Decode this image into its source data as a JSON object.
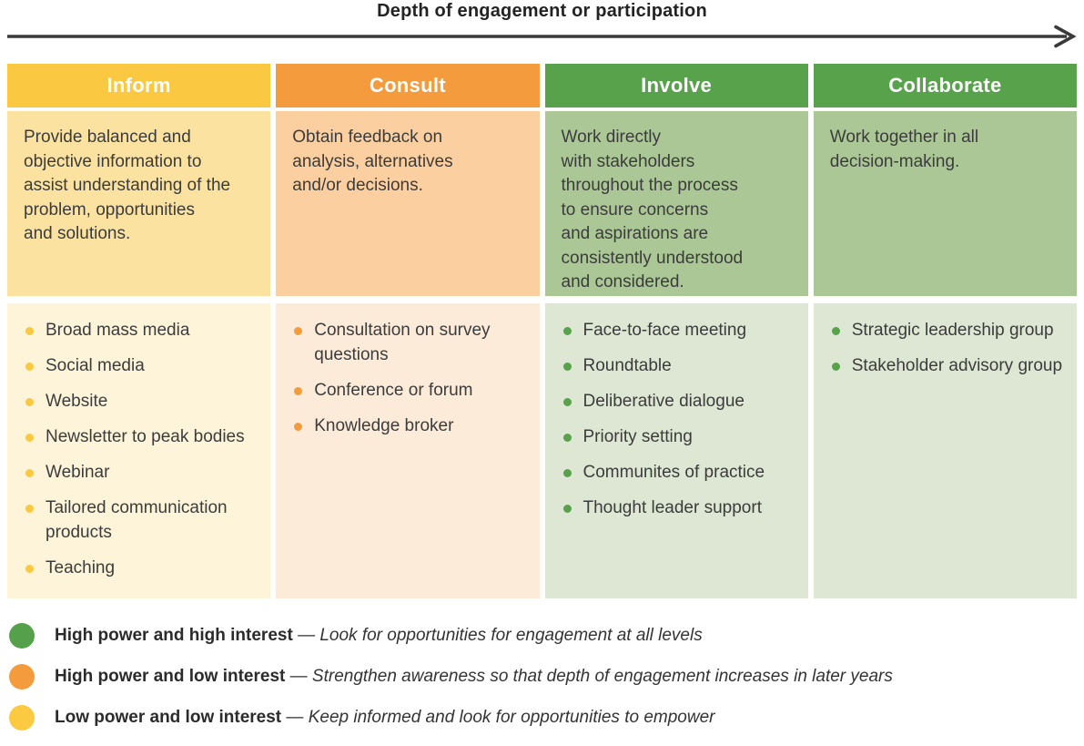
{
  "title": "Depth of engagement or participation",
  "arrow_color": "#3b3b3b",
  "text_color": "#3c3c3c",
  "columns": [
    {
      "id": "inform",
      "header": "Inform",
      "description": "Provide balanced and\nobjective information to\nassist understanding of the\nproblem, opportunities\nand solutions.",
      "items": [
        "Broad mass media",
        "Social media",
        "Website",
        "Newsletter to peak bodies",
        "Webinar",
        "Tailored communication products",
        "Teaching"
      ],
      "colors": {
        "header_bg": "#fac841",
        "description_bg": "#fbe2a1",
        "list_bg": "#fdf4d9",
        "bullet": "#fac841"
      }
    },
    {
      "id": "consult",
      "header": "Consult",
      "description": "Obtain feedback on\nanalysis, alternatives\nand/or decisions.",
      "items": [
        "Consultation on survey questions",
        "Conference or forum",
        "Knowledge broker"
      ],
      "colors": {
        "header_bg": "#f49c3d",
        "description_bg": "#fbcfa0",
        "list_bg": "#fdebd9",
        "bullet": "#f49c3d"
      }
    },
    {
      "id": "involve",
      "header": "Involve",
      "description": "Work directly\nwith stakeholders\nthroughout the process\nto ensure concerns\nand aspirations are\nconsistently understood\nand considered.",
      "items": [
        "Face-to-face meeting",
        "Roundtable",
        "Deliberative dialogue",
        "Priority setting",
        "Communites of practice",
        "Thought leader support"
      ],
      "colors": {
        "header_bg": "#58a24c",
        "description_bg": "#aac795",
        "list_bg": "#dde7d3",
        "bullet": "#58a24c"
      }
    },
    {
      "id": "collaborate",
      "header": "Collaborate",
      "description": "Work together in all\ndecision-making.",
      "items": [
        "Strategic leadership group",
        "Stakeholder advisory group"
      ],
      "colors": {
        "header_bg": "#58a24c",
        "description_bg": "#aac795",
        "list_bg": "#dde7d3",
        "bullet": "#58a24c"
      }
    }
  ],
  "legend": [
    {
      "color": "#55a14b",
      "label": "High power and high interest",
      "dash": "—",
      "note": "Look for opportunities for engagement at all levels"
    },
    {
      "color": "#f49c3d",
      "label": "High power and low interest",
      "dash": "—",
      "note": "Strengthen awareness so that depth of engagement increases in later years"
    },
    {
      "color": "#fbca41",
      "label": "Low power and low interest",
      "dash": "—",
      "note": "Keep informed and look for opportunities to empower"
    }
  ]
}
